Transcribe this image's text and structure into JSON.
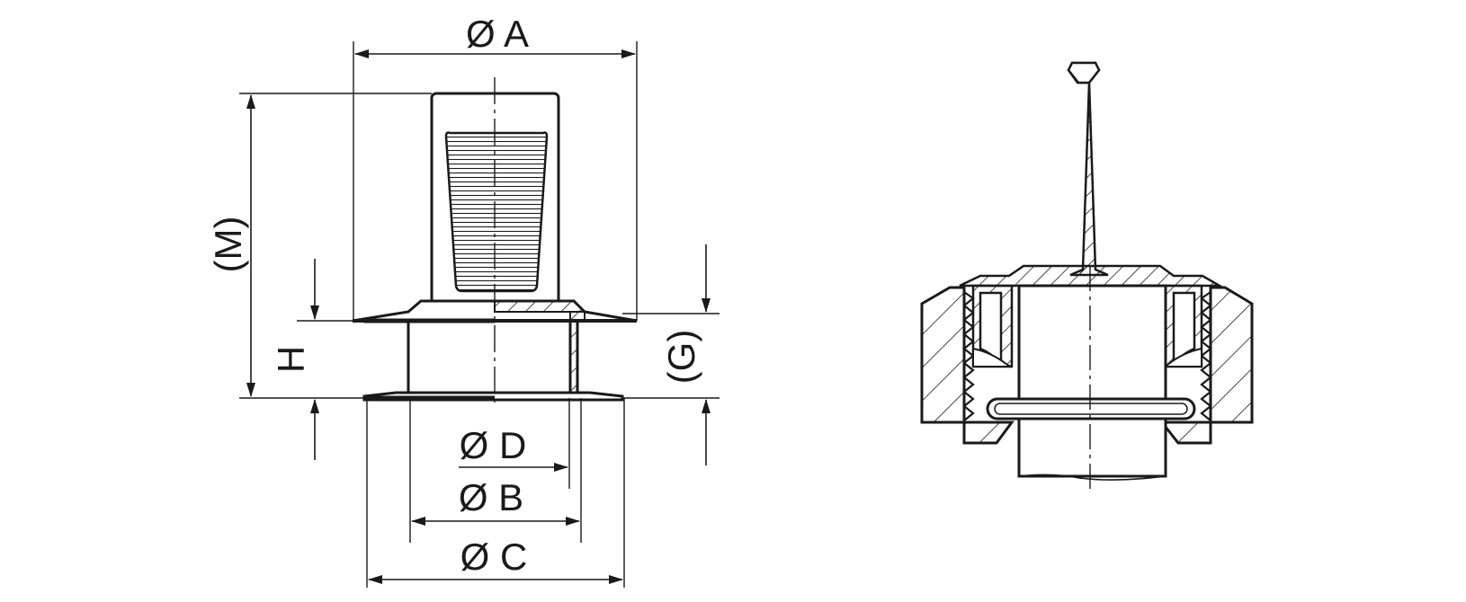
{
  "dimensions": {
    "dia_a": "Ø A",
    "dia_b": "Ø B",
    "dia_c": "Ø C",
    "dia_d": "Ø D",
    "height_m": "(M)",
    "height_h": "H",
    "height_g": "(G)"
  },
  "colors": {
    "line": "#1a1a1a",
    "background": "#ffffff"
  }
}
